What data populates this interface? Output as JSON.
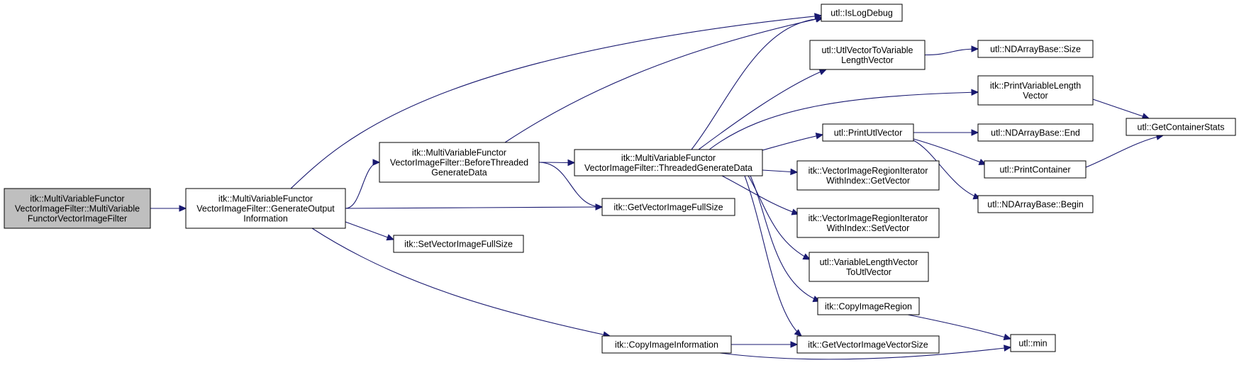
{
  "nodes": {
    "ctor": {
      "lines": [
        "itk::MultiVariableFunctor",
        "VectorImageFilter::MultiVariable",
        "FunctorVectorImageFilter"
      ],
      "root": true
    },
    "genout": {
      "lines": [
        "itk::MultiVariableFunctor",
        "VectorImageFilter::GenerateOutput",
        "Information"
      ]
    },
    "before": {
      "lines": [
        "itk::MultiVariableFunctor",
        "VectorImageFilter::BeforeThreaded",
        "GenerateData"
      ]
    },
    "threaded": {
      "lines": [
        "itk::MultiVariableFunctor",
        "VectorImageFilter::ThreadedGenerateData"
      ]
    },
    "islog": {
      "lines": [
        "utl::IsLogDebug"
      ]
    },
    "utlvec2vlv": {
      "lines": [
        "utl::UtlVectorToVariable",
        "LengthVector"
      ]
    },
    "ndsize": {
      "lines": [
        "utl::NDArrayBase::Size"
      ]
    },
    "printvlv": {
      "lines": [
        "itk::PrintVariableLength",
        "Vector"
      ]
    },
    "getcont": {
      "lines": [
        "utl::GetContainerStats"
      ]
    },
    "printutl": {
      "lines": [
        "utl::PrintUtlVector"
      ]
    },
    "ndend": {
      "lines": [
        "utl::NDArrayBase::End"
      ]
    },
    "printcont": {
      "lines": [
        "utl::PrintContainer"
      ]
    },
    "ndbegin": {
      "lines": [
        "utl::NDArrayBase::Begin"
      ]
    },
    "getvec": {
      "lines": [
        "itk::VectorImageRegionIterator",
        "WithIndex::GetVector"
      ]
    },
    "setvec": {
      "lines": [
        "itk::VectorImageRegionIterator",
        "WithIndex::SetVector"
      ]
    },
    "vlv2utl": {
      "lines": [
        "utl::VariableLengthVector",
        "ToUtlVector"
      ]
    },
    "copyreg": {
      "lines": [
        "itk::CopyImageRegion"
      ]
    },
    "utlmin": {
      "lines": [
        "utl::min"
      ]
    },
    "getfull": {
      "lines": [
        "itk::GetVectorImageFullSize"
      ]
    },
    "setfull": {
      "lines": [
        "itk::SetVectorImageFullSize"
      ]
    },
    "copyinfo": {
      "lines": [
        "itk::CopyImageInformation"
      ]
    },
    "getvsize": {
      "lines": [
        "itk::GetVectorImageVectorSize"
      ]
    }
  },
  "edges": [
    [
      "ctor",
      "genout"
    ],
    [
      "genout",
      "islog"
    ],
    [
      "genout",
      "before"
    ],
    [
      "genout",
      "getfull"
    ],
    [
      "genout",
      "setfull"
    ],
    [
      "genout",
      "copyinfo"
    ],
    [
      "before",
      "islog"
    ],
    [
      "before",
      "threaded"
    ],
    [
      "before",
      "getfull"
    ],
    [
      "threaded",
      "islog"
    ],
    [
      "threaded",
      "utlvec2vlv"
    ],
    [
      "threaded",
      "printvlv"
    ],
    [
      "threaded",
      "printutl"
    ],
    [
      "threaded",
      "getvec"
    ],
    [
      "threaded",
      "setvec"
    ],
    [
      "threaded",
      "vlv2utl"
    ],
    [
      "threaded",
      "copyreg"
    ],
    [
      "threaded",
      "getvsize"
    ],
    [
      "utlvec2vlv",
      "ndsize"
    ],
    [
      "printvlv",
      "getcont"
    ],
    [
      "printutl",
      "ndend"
    ],
    [
      "printutl",
      "printcont"
    ],
    [
      "printutl",
      "ndbegin"
    ],
    [
      "printcont",
      "getcont"
    ],
    [
      "copyreg",
      "utlmin"
    ],
    [
      "copyinfo",
      "getvsize"
    ],
    [
      "copyinfo",
      "utlmin"
    ]
  ]
}
